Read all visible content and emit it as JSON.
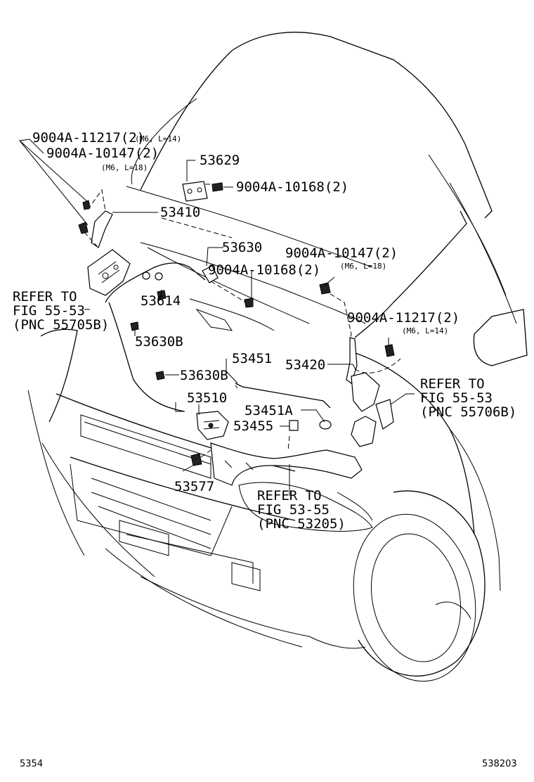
{
  "labels": {
    "bolt_11217_left": "9004A-11217(2)",
    "bolt_11217_left_spec": "(M6, L=14)",
    "bolt_10147_left": "9004A-10147(2)",
    "bolt_10147_left_spec": "(M6, L=18)",
    "part_53629": "53629",
    "bolt_10168_top": "9004A-10168(2)",
    "part_53410": "53410",
    "part_53630": "53630",
    "bolt_10168_mid": "9004A-10168(2)",
    "bolt_10147_right": "9004A-10147(2)",
    "bolt_10147_right_spec": "(M6, L=18)",
    "part_53614": "53614",
    "part_53630B_a": "53630B",
    "bolt_11217_right": "9004A-11217(2)",
    "bolt_11217_right_spec": "(M6, L=14)",
    "part_53451": "53451",
    "part_53420": "53420",
    "part_53630B_b": "53630B",
    "part_53510": "53510",
    "part_53451A": "53451A",
    "part_53455": "53455",
    "part_53577": "53577"
  },
  "refs": {
    "left": [
      "REFER TO",
      "FIG 55-53",
      "(PNC 55705B)"
    ],
    "right": [
      "REFER TO",
      "FIG 55-53",
      "(PNC 55706B)"
    ],
    "bottom": [
      "REFER TO",
      "FIG 53-55",
      "(PNC 53205)"
    ]
  },
  "footer": {
    "left": "5354",
    "right": "538203"
  }
}
